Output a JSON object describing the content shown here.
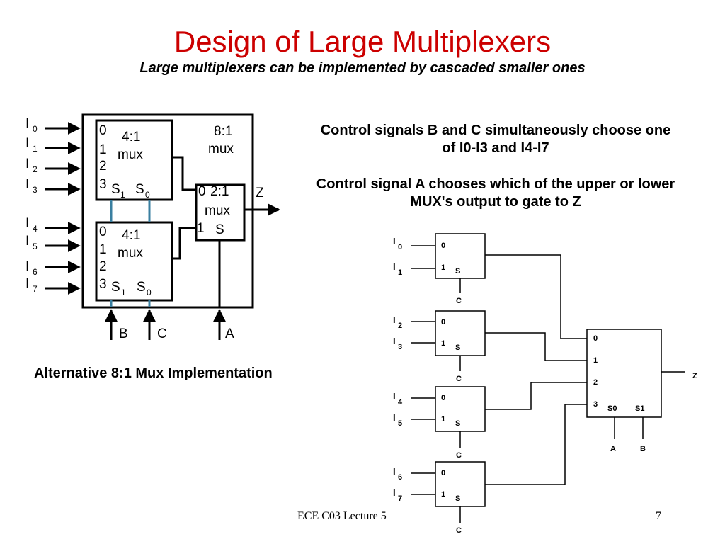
{
  "slide": {
    "title": "Design of Large Multiplexers",
    "subtitle": "Large multiplexers can be implemented by cascaded smaller ones",
    "note1": "Control signals B and C simultaneously choose one of I0-I3 and I4-I7",
    "note2": "Control signal A chooses which of the upper or lower MUX's output to gate to Z",
    "alt_caption": "Alternative 8:1 Mux Implementation",
    "footer": "ECE C03 Lecture 5",
    "page_number": "7"
  },
  "diagram1": {
    "input_letter": "I",
    "inputs": [
      "0",
      "1",
      "2",
      "3",
      "4",
      "5",
      "6",
      "7"
    ],
    "outer_label_line1": "8:1",
    "outer_label_line2": "mux",
    "upper_mux": {
      "label_line1": "4:1",
      "label_line2": "mux",
      "ports": [
        "0",
        "1",
        "2",
        "3"
      ],
      "sel1": "S",
      "sel1_sub": "1",
      "sel0": "S",
      "sel0_sub": "0"
    },
    "lower_mux": {
      "label_line1": "4:1",
      "label_line2": "mux",
      "ports": [
        "0",
        "1",
        "2",
        "3"
      ],
      "sel1": "S",
      "sel1_sub": "1",
      "sel0": "S",
      "sel0_sub": "0"
    },
    "out_mux": {
      "label_line1": "2:1",
      "label_line2": "mux",
      "port0": "0",
      "port1": "1",
      "sel": "S"
    },
    "output": "Z",
    "controls": [
      "B",
      "C",
      "A"
    ]
  },
  "diagram2": {
    "input_letter": "I",
    "inputs": [
      "0",
      "1",
      "2",
      "3",
      "4",
      "5",
      "6",
      "7"
    ],
    "small_mux": {
      "port0": "0",
      "port1": "1",
      "sel": "S",
      "control": "C"
    },
    "big_mux": {
      "ports": [
        "0",
        "1",
        "2",
        "3"
      ],
      "sel0": "S0",
      "sel1": "S1"
    },
    "controls": [
      "A",
      "B"
    ],
    "output": "Z"
  },
  "colors": {
    "title": "#cc0000",
    "select_line": "#3a7fa0"
  }
}
